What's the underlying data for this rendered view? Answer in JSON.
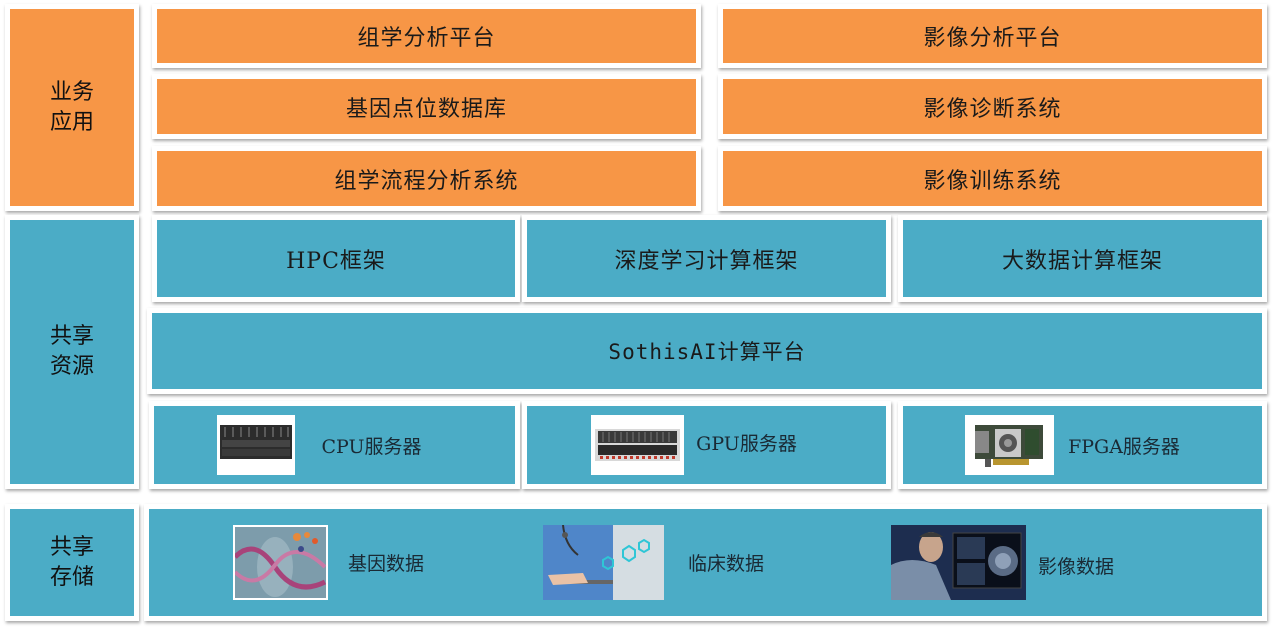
{
  "layers": {
    "business": {
      "label_line1": "业务",
      "label_line2": "应用",
      "color": "#F79646",
      "left_column": [
        "组学分析平台",
        "基因点位数据库",
        "组学流程分析系统"
      ],
      "right_column": [
        "影像分析平台",
        "影像诊断系统",
        "影像训练系统"
      ]
    },
    "shared_resources": {
      "label_line1": "共享",
      "label_line2": "资源",
      "color": "#4BACC6",
      "frameworks": [
        "HPC框架",
        "深度学习计算框架",
        "大数据计算框架"
      ],
      "platform": "SothisAI计算平台",
      "servers": [
        {
          "label": "CPU服务器",
          "icon": "cpu-server-icon"
        },
        {
          "label": "GPU服务器",
          "icon": "gpu-server-icon"
        },
        {
          "label": "FPGA服务器",
          "icon": "fpga-card-icon"
        }
      ]
    },
    "shared_storage": {
      "label_line1": "共享",
      "label_line2": "存储",
      "color": "#4BACC6",
      "data": [
        {
          "label": "基因数据",
          "icon": "dna-image"
        },
        {
          "label": "临床数据",
          "icon": "clinician-image"
        },
        {
          "label": "影像数据",
          "icon": "radiology-image"
        }
      ]
    }
  }
}
